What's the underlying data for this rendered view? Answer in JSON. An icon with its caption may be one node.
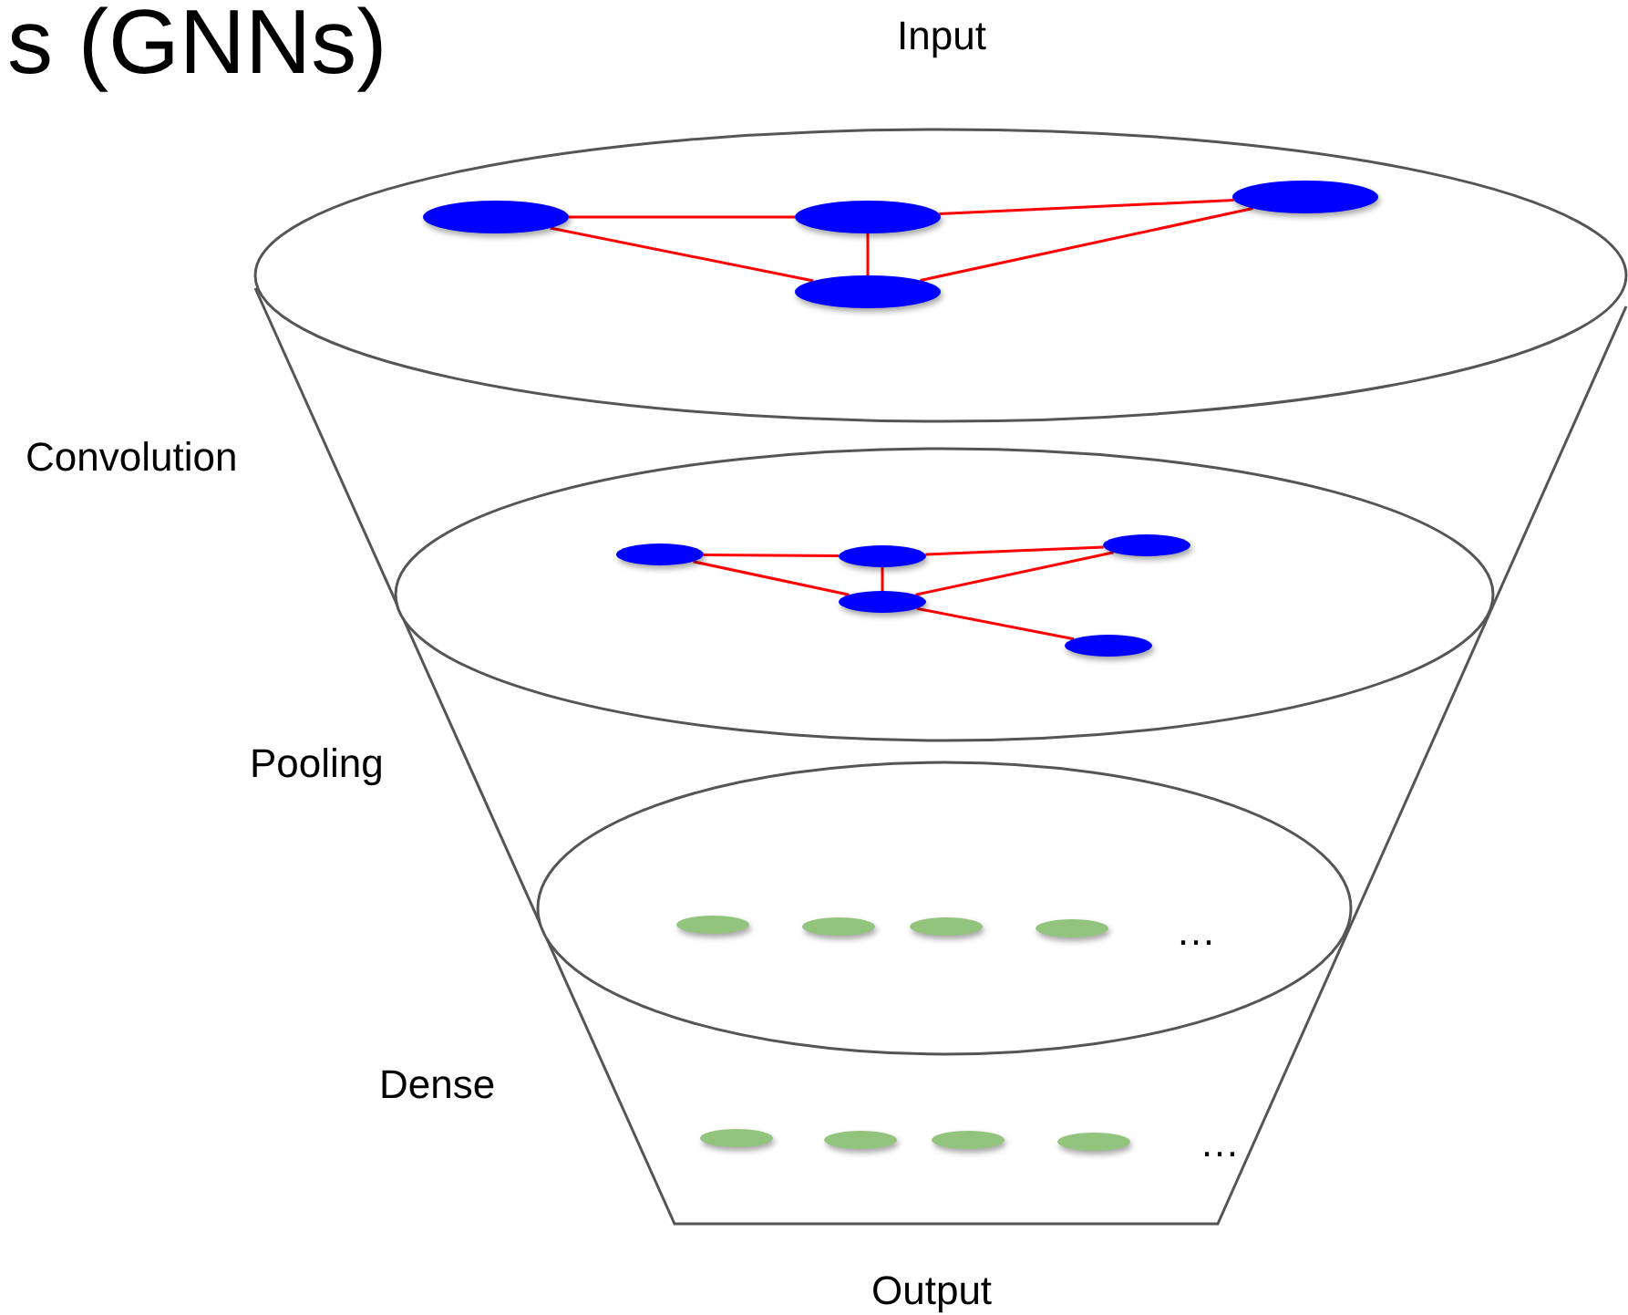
{
  "diagram": {
    "title": "s (GNNs)",
    "nodes": [
      {
        "text": [],
        "shape": "ellipse"
      },
      {
        "text": [],
        "shape": "ellipse"
      },
      {
        "text": [],
        "shape": "ellipse"
      },
      {
        "text": [],
        "shape": "ellipse"
      },
      {
        "text": [],
        "shape": "ellipse"
      },
      {
        "text": [],
        "shape": "ellipse"
      },
      {
        "text": [],
        "shape": "ellipse"
      },
      {
        "text": [],
        "shape": "ellipse"
      },
      {
        "text": [],
        "shape": "ellipse"
      },
      {
        "text": [],
        "shape": "ellipse"
      },
      {
        "text": [],
        "shape": "ellipse"
      },
      {
        "text": [],
        "shape": "ellipse"
      },
      {
        "text": [],
        "shape": "ellipse"
      },
      {
        "text": [],
        "shape": "ellipse"
      },
      {
        "text": [],
        "shape": "ellipse"
      },
      {
        "text": [],
        "shape": "ellipse"
      },
      {
        "text": [],
        "shape": "ellipse"
      }
    ],
    "edges": [
      {
        "from": 0,
        "to": 1,
        "arrow": "none"
      },
      {
        "from": 1,
        "to": 2,
        "arrow": "none"
      },
      {
        "from": 1,
        "to": 3,
        "arrow": "none"
      },
      {
        "from": 0,
        "to": 3,
        "arrow": "none"
      },
      {
        "from": 3,
        "to": 2,
        "arrow": "none"
      },
      {
        "from": 4,
        "to": 5,
        "arrow": "none"
      },
      {
        "from": 5,
        "to": 6,
        "arrow": "none"
      },
      {
        "from": 5,
        "to": 7,
        "arrow": "none"
      },
      {
        "from": 4,
        "to": 7,
        "arrow": "none"
      },
      {
        "from": 7,
        "to": 6,
        "arrow": "none"
      },
      {
        "from": 7,
        "to": 8,
        "arrow": "none"
      }
    ],
    "labels": [
      "Input",
      "Convolution",
      "Pooling",
      "…",
      "Dense",
      "…",
      "Output"
    ]
  }
}
